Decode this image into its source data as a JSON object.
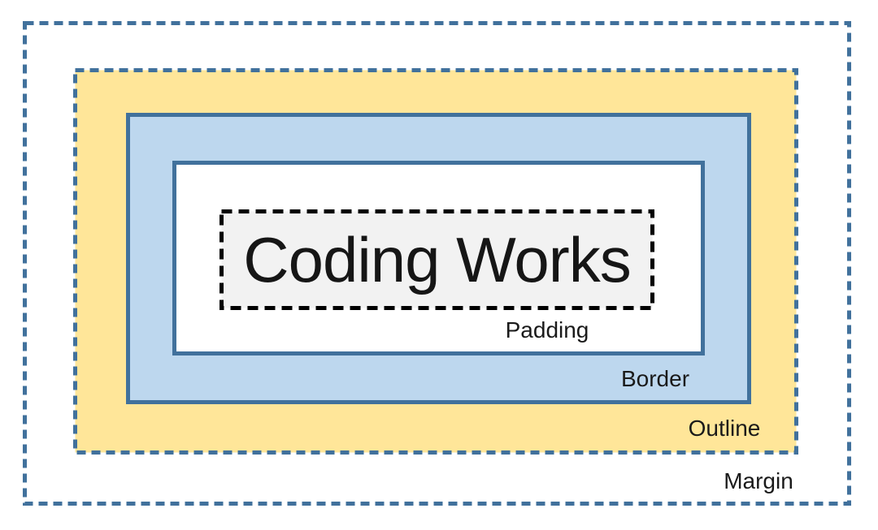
{
  "diagram": {
    "content_text": "Coding Works",
    "labels": {
      "padding": "Padding",
      "border": "Border",
      "outline": "Outline",
      "margin": "Margin"
    },
    "colors": {
      "margin_dash": "#41719C",
      "outline_fill": "#FFE699",
      "outline_dash": "#41719C",
      "border_fill": "#BDD7EE",
      "border_stroke": "#41719C",
      "padding_fill": "#FFFFFF",
      "padding_stroke": "#41719C",
      "content_fill": "#F2F2F2",
      "content_dash": "#000000",
      "text_color": "#1A1A1A"
    }
  }
}
